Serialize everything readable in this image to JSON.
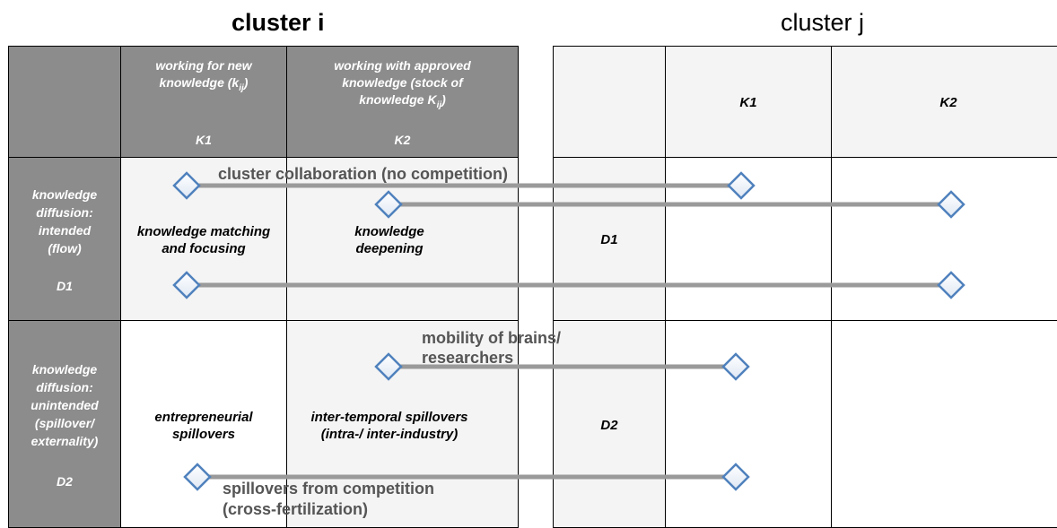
{
  "titles": {
    "cluster_i": "cluster i",
    "cluster_j": "cluster j"
  },
  "cluster_i": {
    "col_headers": [
      {
        "line1": "working for new",
        "line2_prefix": "knowledge (k",
        "line2_sub": "ij",
        "line2_suffix": ")",
        "code": "K1"
      },
      {
        "line1": "working with approved",
        "line2": "knowledge (stock of",
        "line3_prefix": "knowledge K",
        "line3_sub": "ij",
        "line3_suffix": ")",
        "code": "K2"
      }
    ],
    "rows": [
      {
        "lines": [
          "knowledge",
          "diffusion:",
          "intended",
          "(flow)"
        ],
        "code": "D1"
      },
      {
        "lines": [
          "knowledge",
          "diffusion:",
          "unintended",
          "(spillover/",
          "externality)"
        ],
        "code": "D2"
      }
    ],
    "cells": {
      "d1k1": [
        "knowledge matching",
        "and focusing"
      ],
      "d1k2": [
        "knowledge",
        "deepening"
      ],
      "d2k1": [
        "entrepreneurial",
        "spillovers"
      ],
      "d2k2": [
        "inter-temporal spillovers",
        "(intra-/ inter-industry)"
      ]
    }
  },
  "cluster_j": {
    "col_headers": [
      "K1",
      "K2"
    ],
    "row_headers": [
      "D1",
      "D2"
    ]
  },
  "annotations": {
    "collaboration": "cluster collaboration (no competition)",
    "mobility_line1": "mobility of brains/",
    "mobility_line2": "researchers",
    "competition_line1": "spillovers from competition",
    "competition_line2": "(cross-fertilization)"
  },
  "colors": {
    "header_gray": "#8c8c8c",
    "cell_light": "#f4f4f4",
    "connector": "#9a9a9a",
    "node_blue": "#4f81bd"
  }
}
